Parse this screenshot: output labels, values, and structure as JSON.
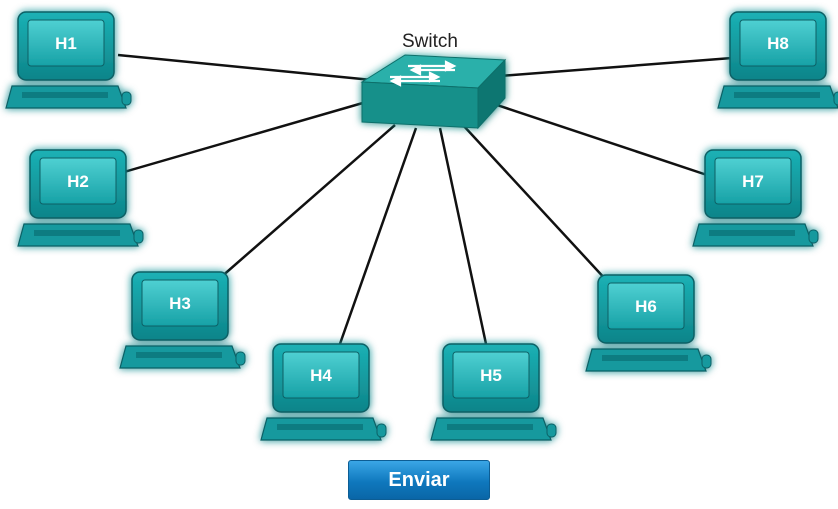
{
  "switch": {
    "label": "Switch"
  },
  "hosts": [
    {
      "label": "H1"
    },
    {
      "label": "H2"
    },
    {
      "label": "H3"
    },
    {
      "label": "H4"
    },
    {
      "label": "H5"
    },
    {
      "label": "H6"
    },
    {
      "label": "H7"
    },
    {
      "label": "H8"
    }
  ],
  "send_button": {
    "label": "Enviar"
  },
  "colors": {
    "computer": "#17a8ad",
    "computer_dark": "#0c7379",
    "glow": "#7be9e9",
    "switch_top": "#2aa8a2",
    "switch_front": "#138a85",
    "cable": "#111111",
    "button": "#0f78bd"
  }
}
